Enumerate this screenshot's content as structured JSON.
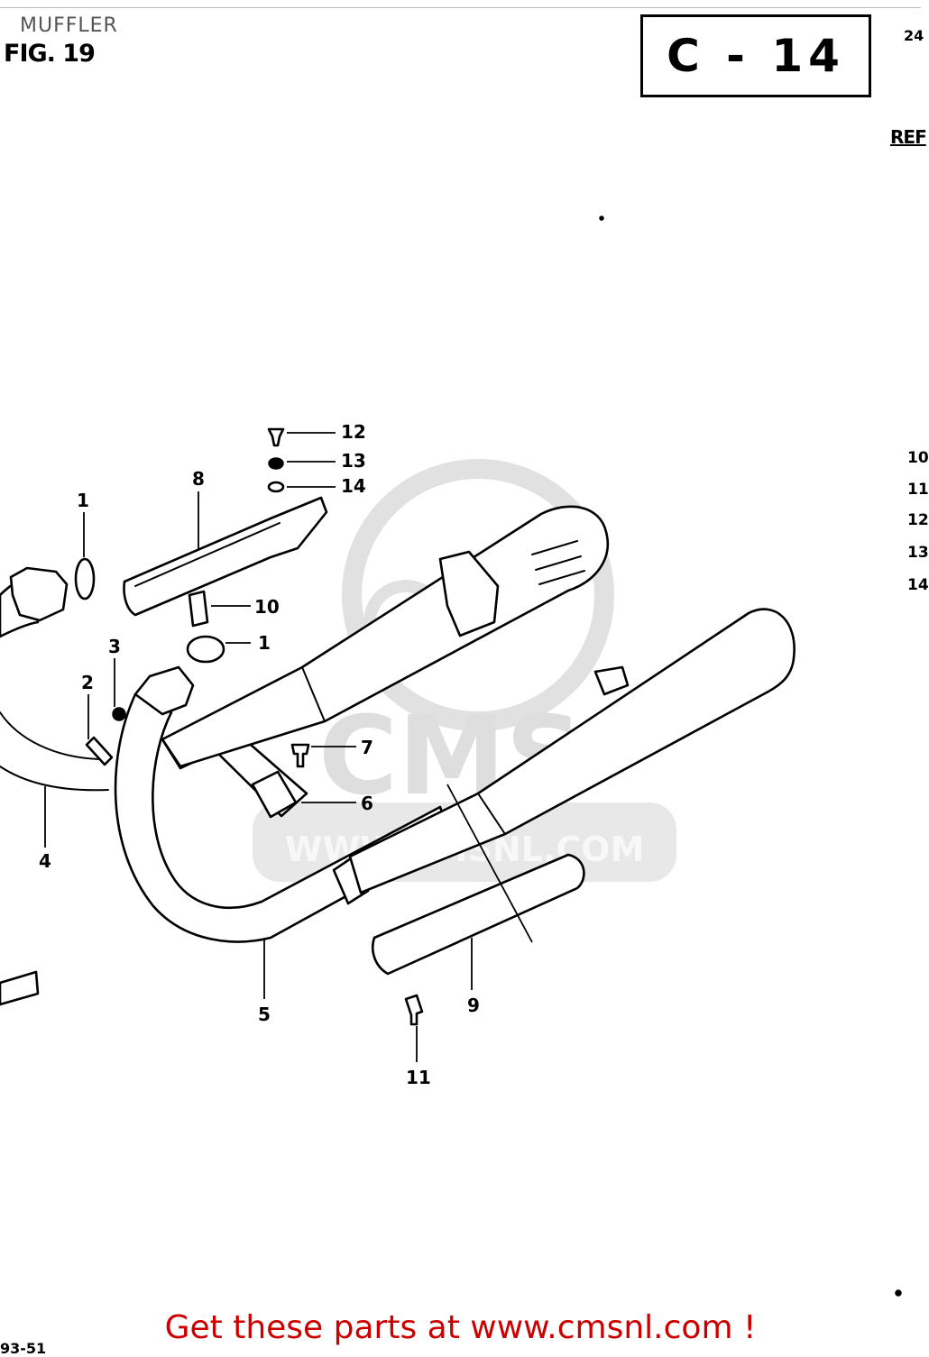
{
  "header": {
    "title": "MUFFLER",
    "figure": "FIG. 19",
    "section_code": "C - 14",
    "page_number_fragment": "24"
  },
  "reference_column": {
    "heading": "REF",
    "numbers": [
      "10",
      "11",
      "12",
      "13",
      "14"
    ]
  },
  "watermark": {
    "brand": "CMS",
    "url": "WWW.CMSNL.COM"
  },
  "callouts": [
    "1",
    "1",
    "2",
    "3",
    "4",
    "5",
    "6",
    "7",
    "8",
    "9",
    "10",
    "11",
    "12",
    "13",
    "14"
  ],
  "footer": {
    "page_code": "93-51",
    "cta": "Get these parts at www.cmsnl.com !",
    "cta_color": "#cc0000"
  }
}
